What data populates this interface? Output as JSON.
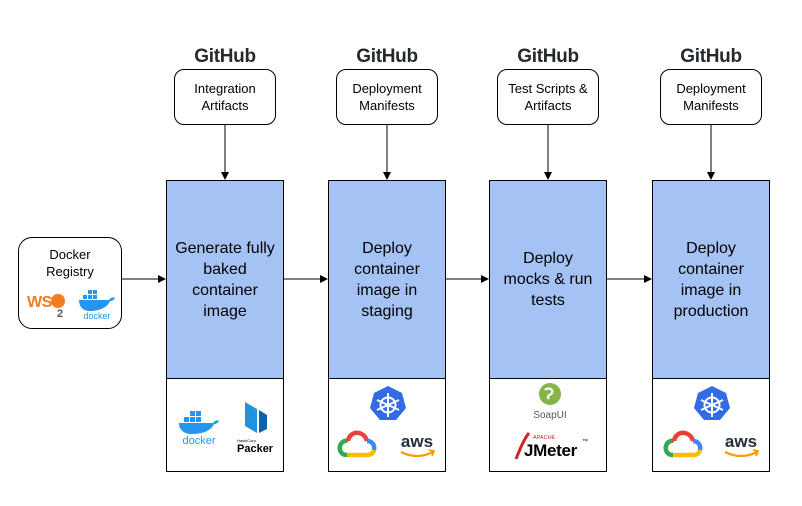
{
  "registry": {
    "line1": "Docker",
    "line2": "Registry",
    "logos": [
      {
        "name": "wso2-logo",
        "text_main": "WSO",
        "text_sub": "2"
      },
      {
        "name": "docker-logo",
        "text": "docker"
      }
    ]
  },
  "stages": [
    {
      "github": "GitHub",
      "source_line1": "Integration",
      "source_line2": "Artifacts",
      "step_lines": [
        "Generate fully",
        "baked",
        "container",
        "image"
      ],
      "tools": [
        {
          "name": "docker-logo",
          "text": "docker"
        },
        {
          "name": "packer-logo",
          "text": "Packer",
          "text_small": "HashiCorp"
        }
      ]
    },
    {
      "github": "GitHub",
      "source_line1": "Deployment",
      "source_line2": "Manifests",
      "step_lines": [
        "Deploy",
        "container",
        "image in",
        "staging"
      ],
      "tools": [
        {
          "name": "kubernetes-logo"
        },
        {
          "name": "google-cloud-logo"
        },
        {
          "name": "aws-logo",
          "text": "aws"
        }
      ]
    },
    {
      "github": "GitHub",
      "source_line1": "Test Scripts &",
      "source_line2": "Artifacts",
      "step_lines": [
        "Deploy",
        "mocks & run",
        "tests"
      ],
      "tools": [
        {
          "name": "soapui-logo",
          "text": "SoapUI"
        },
        {
          "name": "jmeter-logo",
          "text": "JMeter",
          "text_small": "APACHE",
          "text_tm": "™"
        }
      ]
    },
    {
      "github": "GitHub",
      "source_line1": "Deployment",
      "source_line2": "Manifests",
      "step_lines": [
        "Deploy",
        "container",
        "image in",
        "production"
      ],
      "tools": [
        {
          "name": "kubernetes-logo"
        },
        {
          "name": "google-cloud-logo"
        },
        {
          "name": "aws-logo",
          "text": "aws"
        }
      ]
    }
  ],
  "colors": {
    "stage_fill": "#a4c2f4",
    "github_text": "#24292e",
    "docker_blue": "#2496ed",
    "kubernetes_blue": "#326ce5",
    "aws_text": "#232f3e",
    "aws_smile": "#ff9900",
    "wso2_orange": "#f47b20",
    "soapui_green": "#85b44b",
    "jmeter_red": "#d22128",
    "packer_blue": "#1d94dd"
  }
}
